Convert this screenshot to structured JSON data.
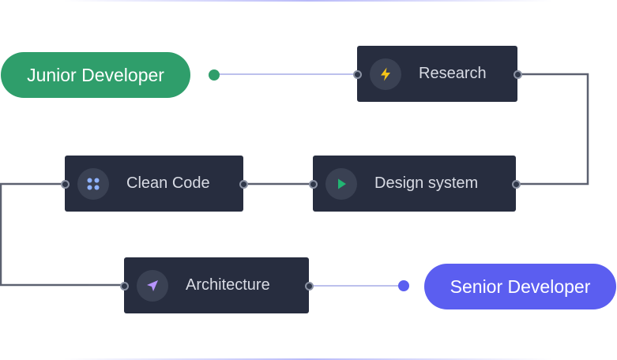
{
  "milestones": {
    "start": "Junior Developer",
    "end": "Senior Developer"
  },
  "steps": [
    {
      "label": "Research",
      "icon": "lightning-icon",
      "icon_color": "#f5c518"
    },
    {
      "label": "Design system",
      "icon": "play-icon",
      "icon_color": "#22b573"
    },
    {
      "label": "Clean Code",
      "icon": "grid-dots-icon",
      "icon_color": "#8fb2ff"
    },
    {
      "label": "Architecture",
      "icon": "cursor-arrow-icon",
      "icon_color": "#b894ff"
    }
  ],
  "colors": {
    "start_pill": "#2f9e6b",
    "end_pill": "#5b5ef0",
    "node_background": "#272d3f",
    "connector": "#5c6170"
  }
}
